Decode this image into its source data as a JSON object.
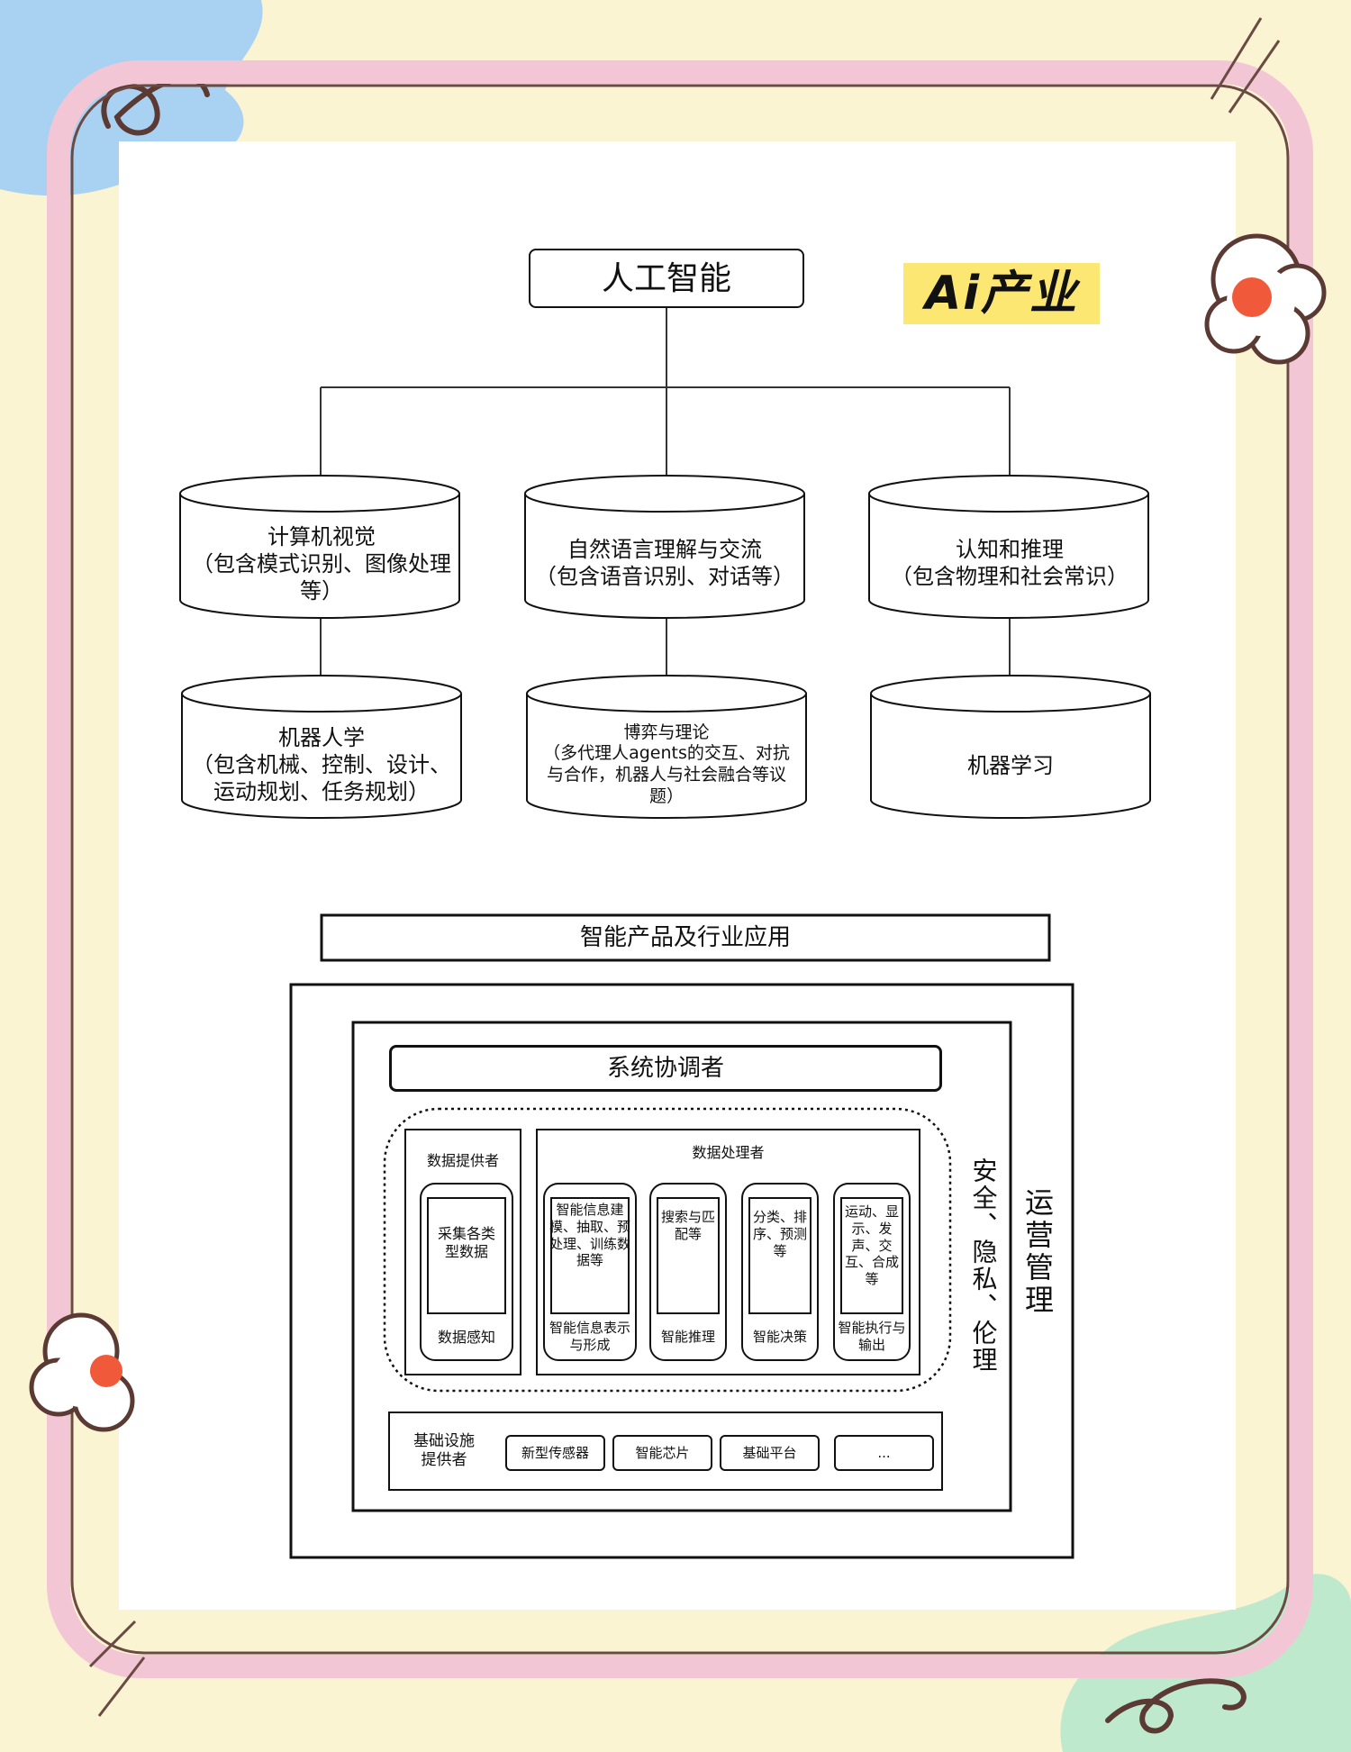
{
  "badge": "Ai产业",
  "root": "人工智能",
  "fields": {
    "vision": {
      "title": "计算机视觉",
      "detail": "（包含模式识别、图像处理等）"
    },
    "nlp": {
      "title": "自然语言理解与交流",
      "detail": "（包含语音识别、对话等）"
    },
    "cognition": {
      "title": "认知和推理",
      "detail": "（包含物理和社会常识）"
    },
    "robotics": {
      "title": "机器人学",
      "detail": "（包含机械、控制、设计、运动规划、任务规划）"
    },
    "game": {
      "title": "博弈与理论",
      "detail": "（多代理人agents的交互、对抗与合作，机器人与社会融合等议题）"
    },
    "ml": {
      "title": "机器学习"
    }
  },
  "framework": {
    "top_bar": "智能产品及行业应用",
    "coordinator": "系统协调者",
    "data_provider": {
      "title": "数据提供者",
      "inner": "采集各类型数据",
      "label": "数据感知"
    },
    "data_processor": {
      "title": "数据处理者",
      "stages": [
        {
          "inner": "智能信息建模、抽取、预处理、训练数据等",
          "label": "智能信息表示与形成"
        },
        {
          "inner": "搜索与匹配等",
          "label": "智能推理"
        },
        {
          "inner": "分类、排序、预测等",
          "label": "智能决策"
        },
        {
          "inner": "运动、显示、发声、交互、合成等",
          "label": "智能执行与输出"
        }
      ]
    },
    "security": "安全、隐私、伦理",
    "operations": "运营管理",
    "infra": {
      "title": "基础设施提供者",
      "items": [
        "新型传感器",
        "智能芯片",
        "基础平台",
        "..."
      ]
    }
  }
}
